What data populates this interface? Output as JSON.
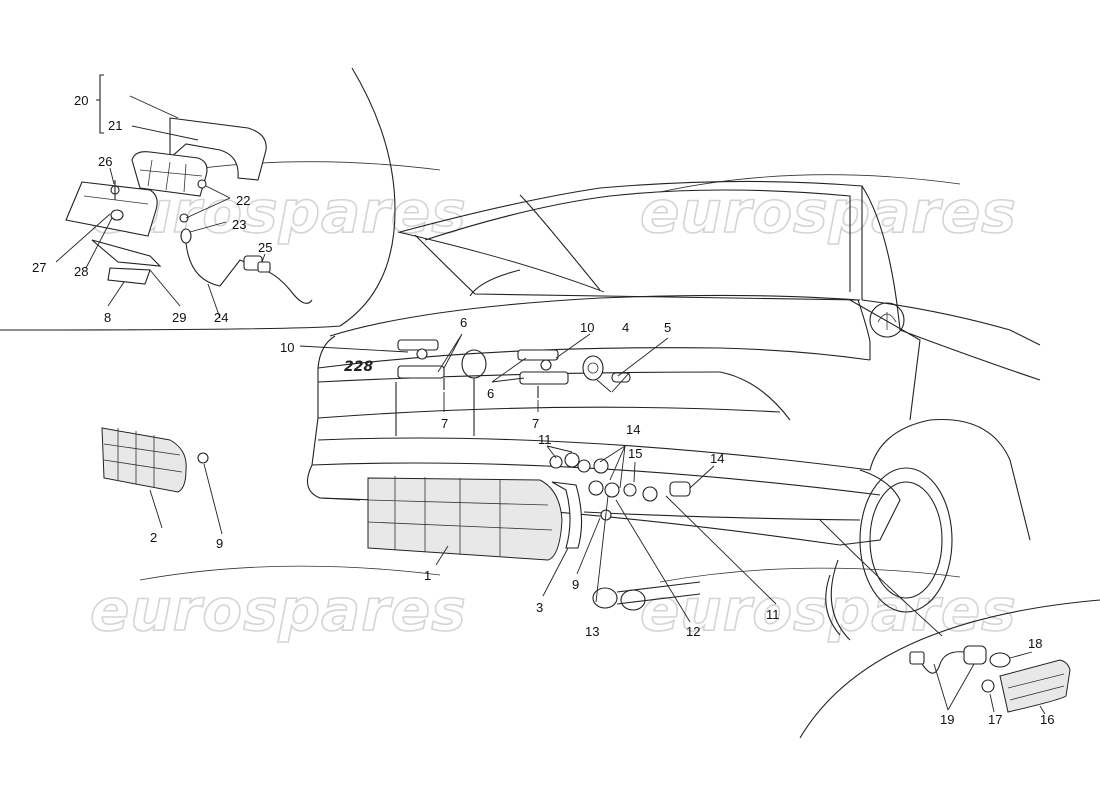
{
  "watermark": "eurospares",
  "car_badge": "228",
  "part_labels": {
    "p1": "1",
    "p2": "2",
    "p3": "3",
    "p4": "4",
    "p5": "5",
    "p6a": "6",
    "p6b": "6",
    "p7a": "7",
    "p7b": "7",
    "p8": "8",
    "p9a": "9",
    "p9b": "9",
    "p10a": "10",
    "p10b": "10",
    "p11a": "11",
    "p11b": "11",
    "p12": "12",
    "p13": "13",
    "p14a": "14",
    "p14b": "14",
    "p15": "15",
    "p16": "16",
    "p17": "17",
    "p18": "18",
    "p19": "19",
    "p20": "20",
    "p21": "21",
    "p22": "22",
    "p23": "23",
    "p24": "24",
    "p25": "25",
    "p26": "26",
    "p27": "27",
    "p28": "28",
    "p29": "29"
  },
  "colors": {
    "line": "#222222",
    "watermark": "#d4d4d4",
    "background": "#ffffff"
  }
}
